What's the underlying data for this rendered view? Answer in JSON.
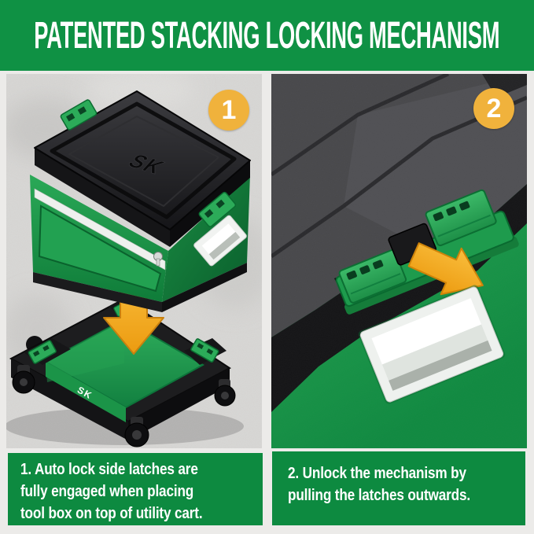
{
  "header": {
    "title": "PATENTED STACKING LOCKING MECHANISM"
  },
  "brand_logo": "SK",
  "steps": [
    {
      "number": "1",
      "caption_lines": [
        "1. Auto lock side latches are",
        "fully engaged when placing",
        "tool box on top of utility cart."
      ]
    },
    {
      "number": "2",
      "caption_lines": [
        "2. Unlock the mechanism by",
        "pulling the latches outwards."
      ]
    }
  ],
  "colors": {
    "header_green": "#0f9144",
    "caption_green": "#0d8a40",
    "badge_yellow": "#f0b23c",
    "arrow_orange": "#f2a41f",
    "box_green": "#1f9c4c",
    "lid_gray": "#3a3a3d",
    "concrete_gray": "#d9d8d6",
    "text_white": "#ffffff"
  }
}
